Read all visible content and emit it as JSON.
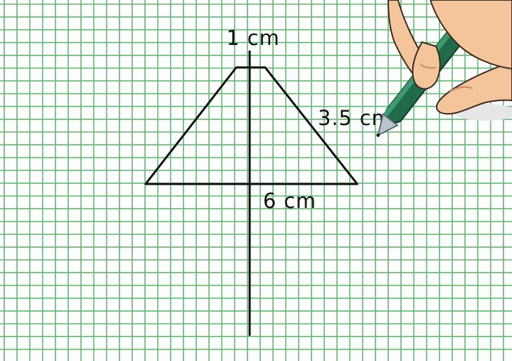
{
  "labels": {
    "top_base": "1 cm",
    "slant_side": "3.5 cm",
    "bottom_base": "6 cm"
  },
  "colors": {
    "background": "#ffffff",
    "grid": "#5fb86f",
    "ink": "#111111",
    "skin": "#f4c49a",
    "skin_shadow": "#e2a876",
    "pen_body": "#1f6b4a",
    "pen_tip": "#b8c4cc"
  },
  "icons": {
    "hand": "hand-holding-pen-icon"
  }
}
